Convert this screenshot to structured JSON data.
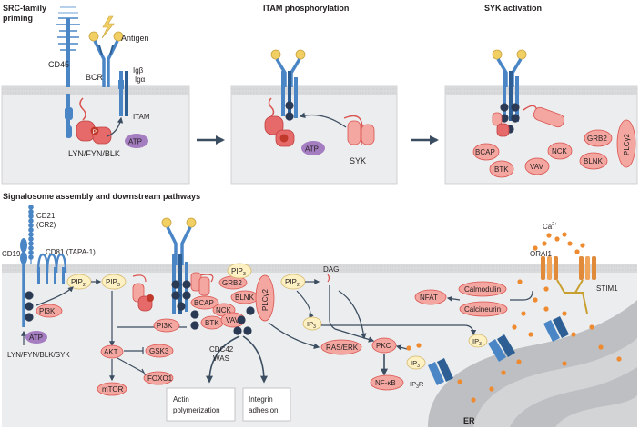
{
  "panel_titles": {
    "priming_line1": "SRC-family",
    "priming_line2": "priming",
    "itam": "ITAM phosphorylation",
    "syk": "SYK activation",
    "signalosome": "Signalosome assembly and downstream pathways"
  },
  "priming_labels": {
    "cd45": "CD45",
    "antigen": "Antigen",
    "bcr": "BCR",
    "ig_beta": "Igβ",
    "ig_alpha": "Igα",
    "itam": "ITAM",
    "kinases": "LYN/FYN/BLK",
    "atp": "ATP",
    "p": "P"
  },
  "itam_labels": {
    "atp": "ATP",
    "syk": "SYK"
  },
  "syk_panel_labels": {
    "bcap": "BCAP",
    "nck": "NCK",
    "grb2": "GRB2",
    "btk": "BTK",
    "vav": "VAV",
    "blnk": "BLNK",
    "plcg2": "PLCγ2"
  },
  "signalosome_labels": {
    "cd21": "CD21",
    "cr2": "(CR2)",
    "cd19": "CD19",
    "cd81": "CD81 (TAPA-1)",
    "pip2": "PIP",
    "pip3": "PIP",
    "sub2": "2",
    "sub3": "3",
    "pi3k": "PI3K",
    "kinases": "LYN/FYN/BLK/SYK",
    "atp": "ATP",
    "akt": "AKT",
    "gsk3": "GSK3",
    "foxo1": "FOXO1",
    "mtor": "mTOR",
    "grb2": "GRB2",
    "bcap": "BCAP",
    "nck": "NCK",
    "blnk": "BLNK",
    "btk": "BTK",
    "vav": "VAV",
    "plcg2": "PLCγ2",
    "cdc42": "CDC42",
    "was": "WAS",
    "actin_line1": "Actin",
    "actin_line2": "polymerization",
    "integrin_line1": "Integrin",
    "integrin_line2": "adhesion",
    "dag": "DAG",
    "ip3": "IP",
    "ras_erk": "RAS/ERK",
    "pkc": "PKC",
    "nfkb": "NF-κB",
    "nfat": "NFAT",
    "calmodulin": "Calmodulin",
    "calcineurin": "Calcineurin",
    "ca": "Ca",
    "ca_sup": "2+",
    "orai1": "ORAI1",
    "stim1": "STIM1",
    "ip3r": "IP",
    "ip3r_suffix": "R",
    "er": "ER"
  },
  "colors": {
    "receptor_blue": "#4a86c6",
    "receptor_dark": "#2e5f94",
    "membrane": "#d9dadc",
    "cytoplasm": "#ecedee",
    "protein_pink": "#f4a6a0",
    "protein_edge": "#d9534f",
    "kinase_red": "#e66a6a",
    "atp_purple": "#a57dc1",
    "antigen_yellow": "#f1cf63",
    "pip_yellow": "#fdf0c2",
    "calcium_orange": "#ee8a2f",
    "arrow": "#3b4d60",
    "er_gray": "#bdbfc2"
  }
}
